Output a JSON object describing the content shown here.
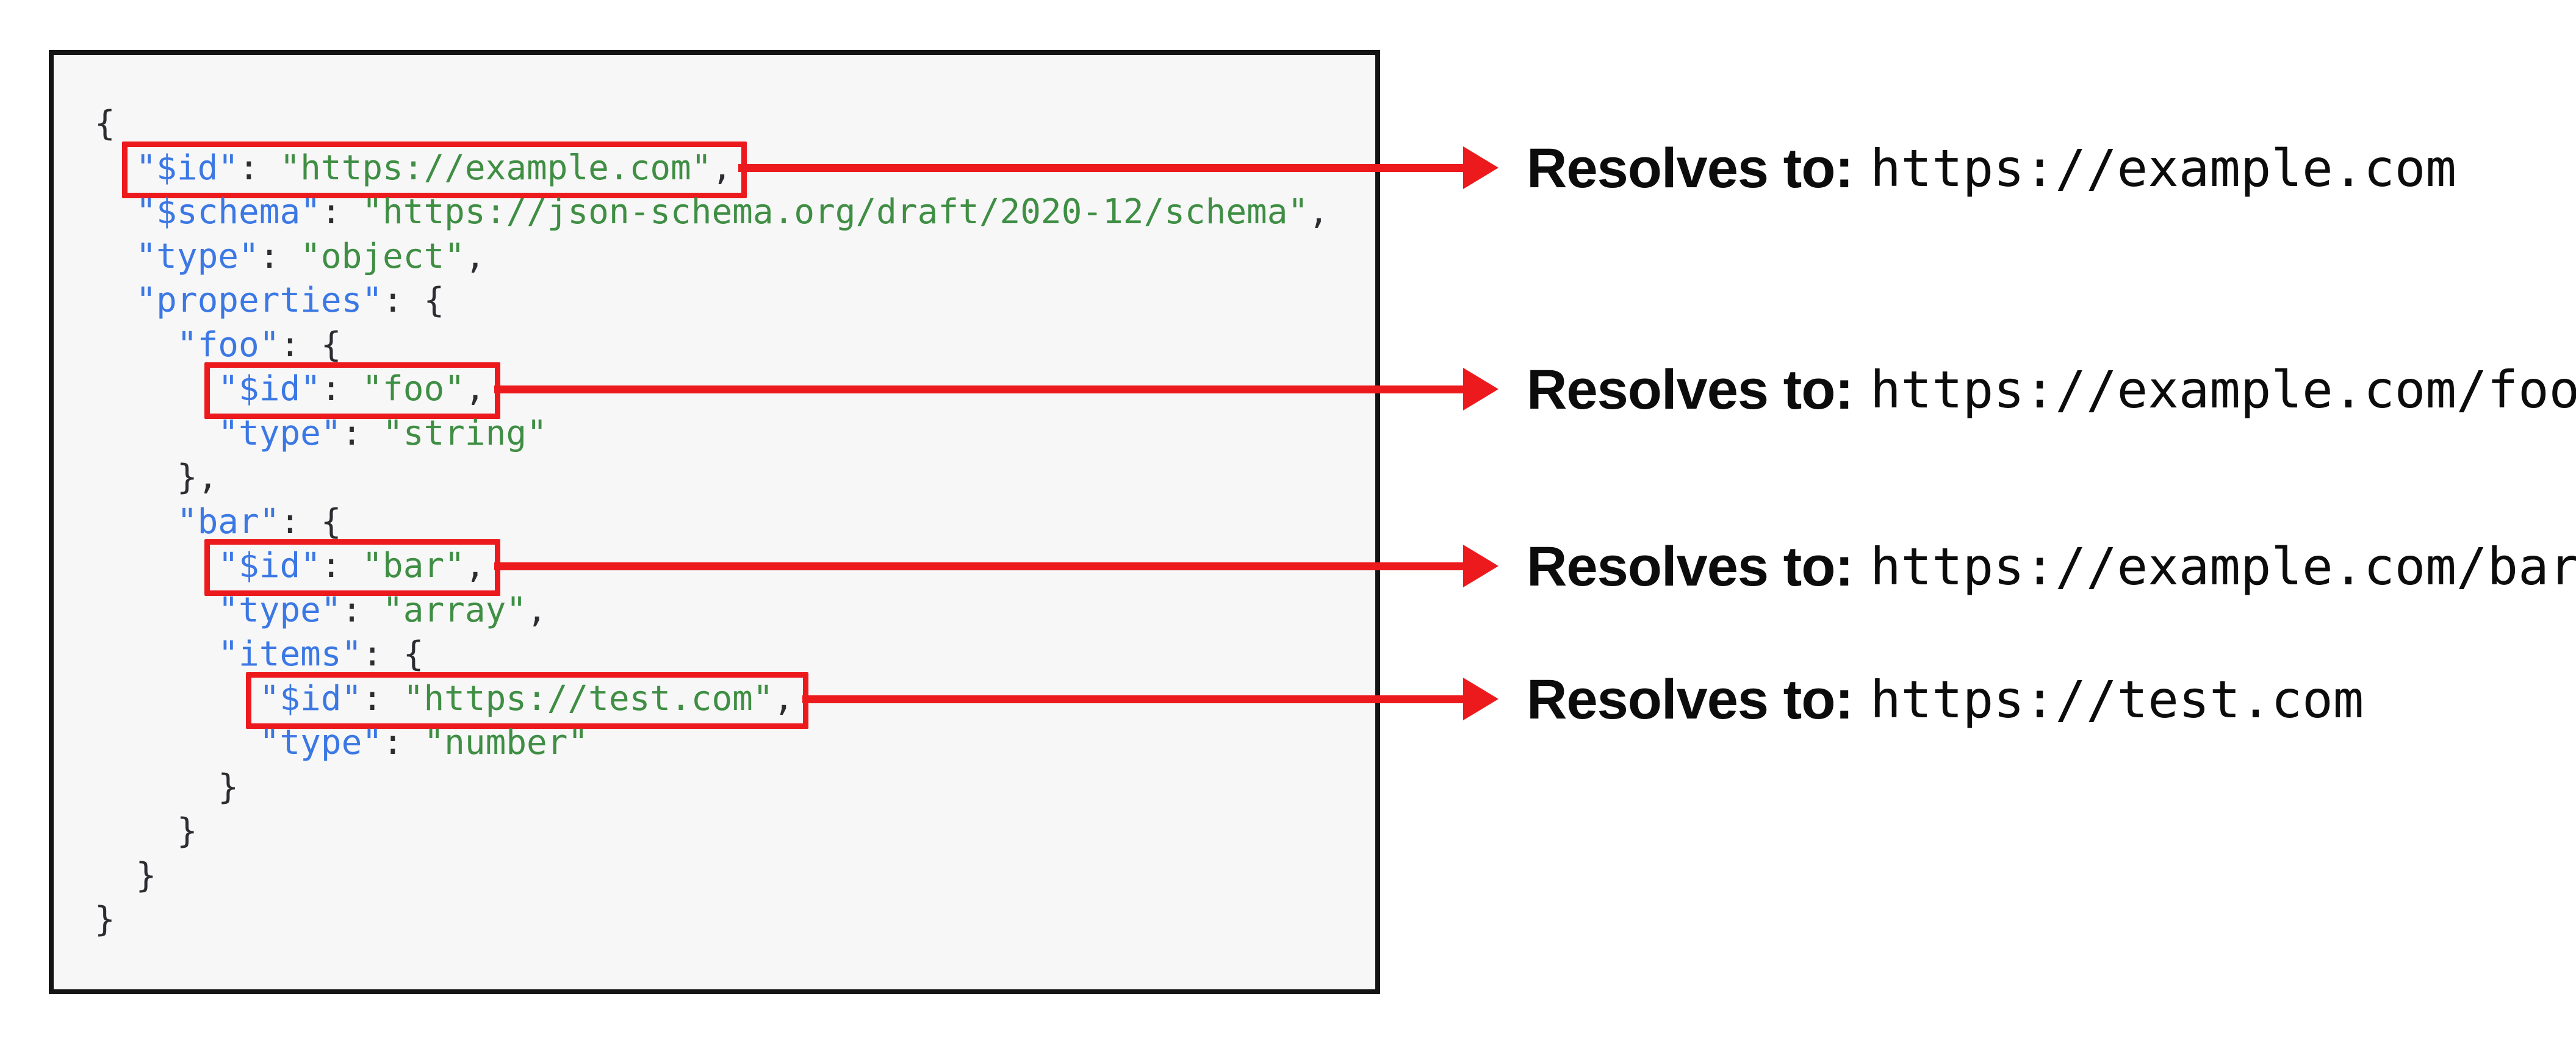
{
  "colors": {
    "red": "#ec1a1d",
    "key_blue": "#3c78e4",
    "string_green": "#3f8e44",
    "punctuation": "#2b2d31",
    "panel_background": "#f7f7f7"
  },
  "code_panel": {
    "language": "json",
    "lines": [
      {
        "indent": "",
        "box": false,
        "tokens": [
          {
            "t": "p",
            "v": "{"
          }
        ]
      },
      {
        "indent": "  ",
        "box": true,
        "tokens": [
          {
            "t": "k",
            "v": "\"$id\""
          },
          {
            "t": "p",
            "v": ": "
          },
          {
            "t": "s",
            "v": "\"https://example.com\""
          },
          {
            "t": "p",
            "v": ","
          }
        ]
      },
      {
        "indent": "  ",
        "box": false,
        "tokens": [
          {
            "t": "k",
            "v": "\"$schema\""
          },
          {
            "t": "p",
            "v": ": "
          },
          {
            "t": "s",
            "v": "\"https://json-schema.org/draft/2020-12/schema\""
          },
          {
            "t": "p",
            "v": ","
          }
        ]
      },
      {
        "indent": "  ",
        "box": false,
        "tokens": [
          {
            "t": "k",
            "v": "\"type\""
          },
          {
            "t": "p",
            "v": ": "
          },
          {
            "t": "s",
            "v": "\"object\""
          },
          {
            "t": "p",
            "v": ","
          }
        ]
      },
      {
        "indent": "  ",
        "box": false,
        "tokens": [
          {
            "t": "k",
            "v": "\"properties\""
          },
          {
            "t": "p",
            "v": ": {"
          }
        ]
      },
      {
        "indent": "    ",
        "box": false,
        "tokens": [
          {
            "t": "k",
            "v": "\"foo\""
          },
          {
            "t": "p",
            "v": ": {"
          }
        ]
      },
      {
        "indent": "      ",
        "box": true,
        "tokens": [
          {
            "t": "k",
            "v": "\"$id\""
          },
          {
            "t": "p",
            "v": ": "
          },
          {
            "t": "s",
            "v": "\"foo\""
          },
          {
            "t": "p",
            "v": ","
          }
        ]
      },
      {
        "indent": "      ",
        "box": false,
        "tokens": [
          {
            "t": "k",
            "v": "\"type\""
          },
          {
            "t": "p",
            "v": ": "
          },
          {
            "t": "s",
            "v": "\"string\""
          }
        ]
      },
      {
        "indent": "    ",
        "box": false,
        "tokens": [
          {
            "t": "p",
            "v": "},"
          }
        ]
      },
      {
        "indent": "    ",
        "box": false,
        "tokens": [
          {
            "t": "k",
            "v": "\"bar\""
          },
          {
            "t": "p",
            "v": ": {"
          }
        ]
      },
      {
        "indent": "      ",
        "box": true,
        "tokens": [
          {
            "t": "k",
            "v": "\"$id\""
          },
          {
            "t": "p",
            "v": ": "
          },
          {
            "t": "s",
            "v": "\"bar\""
          },
          {
            "t": "p",
            "v": ","
          }
        ]
      },
      {
        "indent": "      ",
        "box": false,
        "tokens": [
          {
            "t": "k",
            "v": "\"type\""
          },
          {
            "t": "p",
            "v": ": "
          },
          {
            "t": "s",
            "v": "\"array\""
          },
          {
            "t": "p",
            "v": ","
          }
        ]
      },
      {
        "indent": "      ",
        "box": false,
        "tokens": [
          {
            "t": "k",
            "v": "\"items\""
          },
          {
            "t": "p",
            "v": ": {"
          }
        ]
      },
      {
        "indent": "        ",
        "box": true,
        "tokens": [
          {
            "t": "k",
            "v": "\"$id\""
          },
          {
            "t": "p",
            "v": ": "
          },
          {
            "t": "s",
            "v": "\"https://test.com\""
          },
          {
            "t": "p",
            "v": ","
          }
        ]
      },
      {
        "indent": "        ",
        "box": false,
        "tokens": [
          {
            "t": "k",
            "v": "\"type\""
          },
          {
            "t": "p",
            "v": ": "
          },
          {
            "t": "s",
            "v": "\"number\""
          }
        ]
      },
      {
        "indent": "      ",
        "box": false,
        "tokens": [
          {
            "t": "p",
            "v": "}"
          }
        ]
      },
      {
        "indent": "    ",
        "box": false,
        "tokens": [
          {
            "t": "p",
            "v": "}"
          }
        ]
      },
      {
        "indent": "  ",
        "box": false,
        "tokens": [
          {
            "t": "p",
            "v": "}"
          }
        ]
      },
      {
        "indent": "",
        "box": false,
        "tokens": [
          {
            "t": "p",
            "v": "}"
          }
        ]
      }
    ]
  },
  "annotations": [
    {
      "label": "Resolves to:",
      "value": "https://example.com"
    },
    {
      "label": "Resolves to:",
      "value": "https://example.com/foo"
    },
    {
      "label": "Resolves to:",
      "value": "https://example.com/bar"
    },
    {
      "label": "Resolves to:",
      "value": "https://test.com"
    }
  ]
}
